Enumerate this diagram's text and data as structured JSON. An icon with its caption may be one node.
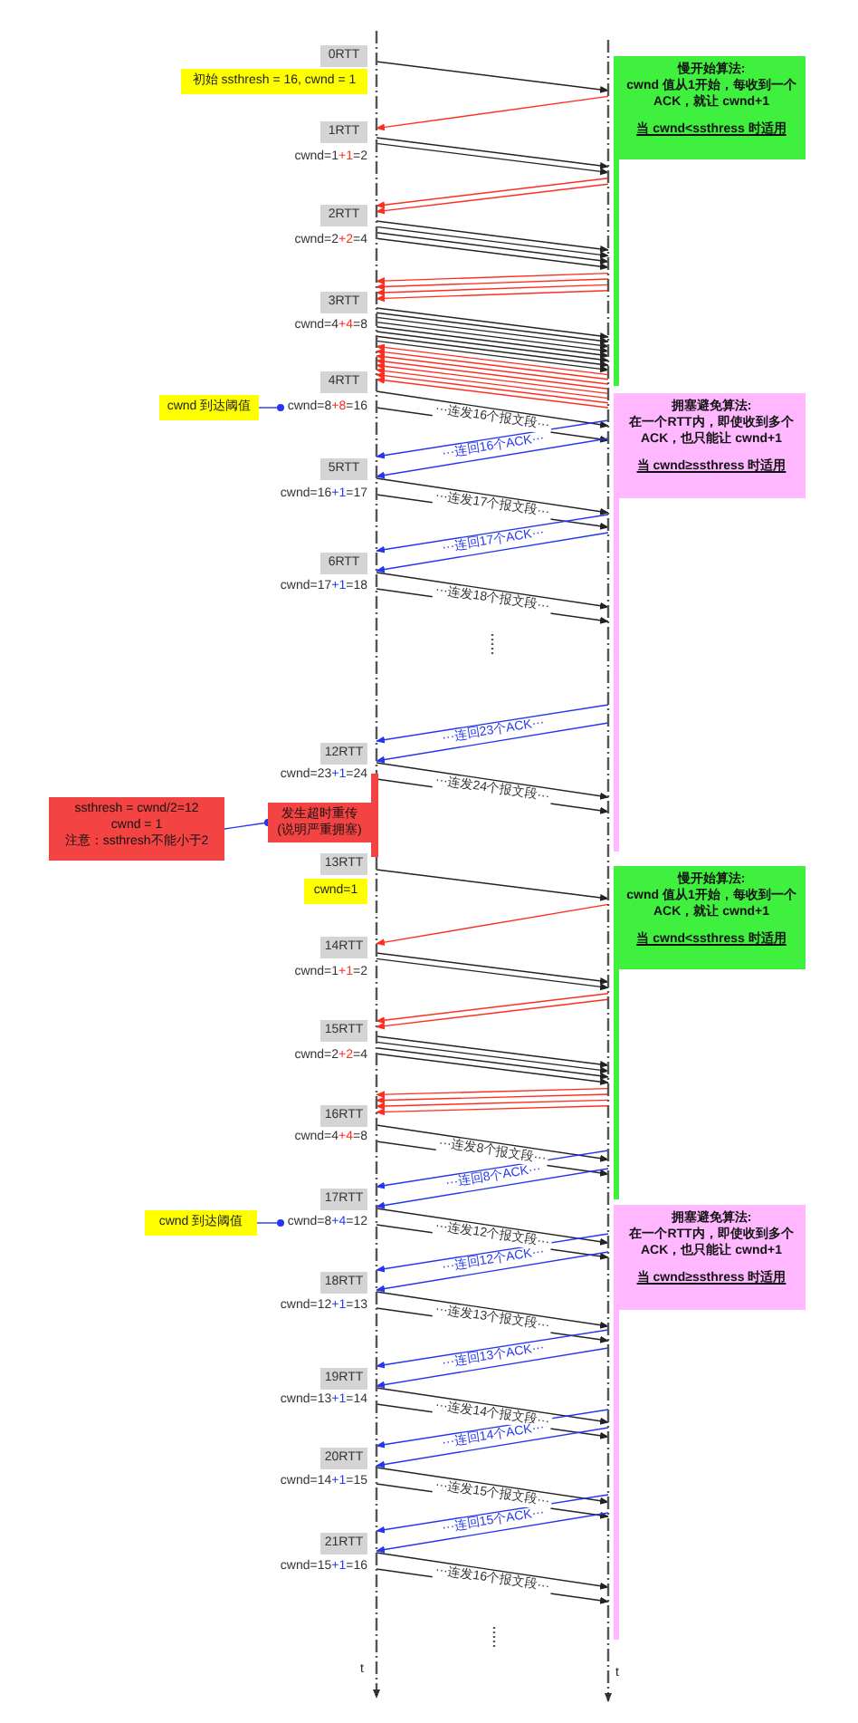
{
  "diagram": {
    "nodes": [
      {
        "text": [
          "t"
        ]
      },
      {
        "text": [
          "t"
        ]
      },
      {
        "text": [
          "0RTT"
        ]
      },
      {
        "text": [
          "初始 ssthresh = 16, cwnd = 1"
        ]
      },
      {
        "text": [
          "慢开始算法:",
          "cwnd 值从1开始，每收到一个ACK，就让 cwnd+1",
          "当 cwnd<ssthress 时适用"
        ]
      },
      {
        "text": [
          "1RTT"
        ]
      },
      {
        "text": [
          "2RTT"
        ]
      },
      {
        "text": [
          "3RTT"
        ]
      },
      {
        "text": [
          "4RTT"
        ]
      },
      {
        "text": [
          "cwnd 到达阈值"
        ]
      },
      {
        "text": [
          "cwnd=8+8=16"
        ]
      },
      {
        "text": [
          "拥塞避免算法:",
          "在一个RTT内，即使收到多个ACK，也只能让 cwnd+1",
          "当 cwnd≥ssthress 时适用"
        ]
      },
      {
        "text": [
          "5RTT"
        ]
      },
      {
        "text": [
          "6RTT"
        ]
      },
      {
        "text": [
          "12RTT"
        ]
      },
      {
        "text": [
          "ssthresh = cwnd/2=12",
          "cwnd = 1",
          "注意：ssthresh不能小于2"
        ]
      },
      {
        "text": [
          "发生超时重传(说明严重拥塞)"
        ]
      },
      {
        "text": [
          "13RTT"
        ]
      },
      {
        "text": [
          "cwnd=1"
        ]
      },
      {
        "text": [
          "慢开始算法:",
          "cwnd 值从1开始，每收到一个ACK，就让 cwnd+1",
          "当 cwnd<ssthress 时适用"
        ]
      },
      {
        "text": [
          "14RTT"
        ]
      },
      {
        "text": [
          "15RTT"
        ]
      },
      {
        "text": [
          "16RTT"
        ]
      },
      {
        "text": [
          "17RTT"
        ]
      },
      {
        "text": [
          "cwnd 到达阈值"
        ]
      },
      {
        "text": [
          "cwnd=8+4=12"
        ]
      },
      {
        "text": [
          "拥塞避免算法:",
          "在一个RTT内，即使收到多个ACK，也只能让 cwnd+1",
          "当 cwnd≥ssthress 时适用"
        ]
      },
      {
        "text": [
          "18RTT"
        ]
      },
      {
        "text": [
          "19RTT"
        ]
      },
      {
        "text": [
          "20RTT"
        ]
      },
      {
        "text": [
          "21RTT"
        ]
      }
    ],
    "edges": [
      {
        "from": 0,
        "to": 1,
        "arrow": "to"
      },
      {
        "from": 1,
        "to": 0,
        "arrow": "to",
        "color": "#ff2d20"
      },
      {
        "from": 0,
        "to": 1,
        "arrow": "to"
      },
      {
        "from": 0,
        "to": 1,
        "arrow": "to"
      },
      {
        "from": 1,
        "to": 0,
        "arrow": "to",
        "color": "#ff2d20"
      },
      {
        "from": 1,
        "to": 0,
        "arrow": "to",
        "color": "#ff2d20"
      },
      {
        "from": 0,
        "to": 1,
        "arrow": "to"
      },
      {
        "from": 0,
        "to": 1,
        "arrow": "to"
      },
      {
        "from": 0,
        "to": 1,
        "arrow": "to"
      },
      {
        "from": 0,
        "to": 1,
        "arrow": "to"
      },
      {
        "from": 1,
        "to": 0,
        "arrow": "to",
        "color": "#ff2d20"
      },
      {
        "from": 1,
        "to": 0,
        "arrow": "to",
        "color": "#ff2d20"
      },
      {
        "from": 1,
        "to": 0,
        "arrow": "to",
        "color": "#ff2d20"
      },
      {
        "from": 1,
        "to": 0,
        "arrow": "to",
        "color": "#ff2d20"
      },
      {
        "from": 0,
        "to": 1,
        "arrow": "to"
      },
      {
        "from": 0,
        "to": 1,
        "arrow": "to"
      },
      {
        "from": 0,
        "to": 1,
        "arrow": "to"
      },
      {
        "from": 0,
        "to": 1,
        "arrow": "to"
      },
      {
        "from": 0,
        "to": 1,
        "arrow": "to"
      },
      {
        "from": 0,
        "to": 1,
        "arrow": "to"
      },
      {
        "from": 0,
        "to": 1,
        "arrow": "to"
      },
      {
        "from": 0,
        "to": 1,
        "arrow": "to"
      },
      {
        "from": 1,
        "to": 0,
        "arrow": "to",
        "color": "#ff2d20"
      },
      {
        "from": 1,
        "to": 0,
        "arrow": "to",
        "color": "#ff2d20"
      },
      {
        "from": 1,
        "to": 0,
        "arrow": "to",
        "color": "#ff2d20"
      },
      {
        "from": 1,
        "to": 0,
        "arrow": "to",
        "color": "#ff2d20"
      },
      {
        "from": 1,
        "to": 0,
        "arrow": "to",
        "color": "#ff2d20"
      },
      {
        "from": 1,
        "to": 0,
        "arrow": "to",
        "color": "#ff2d20"
      },
      {
        "from": 1,
        "to": 0,
        "arrow": "to",
        "color": "#ff2d20"
      },
      {
        "from": 1,
        "to": 0,
        "arrow": "to",
        "color": "#ff2d20"
      },
      {
        "from": 0,
        "to": 1,
        "arrow": "to",
        "label": "···连发16个报文段···"
      },
      {
        "from": 0,
        "to": 1,
        "arrow": "to"
      },
      {
        "from": 1,
        "to": 0,
        "arrow": "to",
        "color": "#2436f0",
        "label": "···连回16个ACK···"
      },
      {
        "from": 1,
        "to": 0,
        "arrow": "to",
        "color": "#2436f0"
      },
      {
        "from": 0,
        "to": 1,
        "arrow": "to",
        "label": "···连发17个报文段···"
      },
      {
        "from": 0,
        "to": 1,
        "arrow": "to"
      },
      {
        "from": 1,
        "to": 0,
        "arrow": "to",
        "color": "#2436f0",
        "label": "···连回17个ACK···"
      },
      {
        "from": 1,
        "to": 0,
        "arrow": "to",
        "color": "#2436f0"
      },
      {
        "from": 0,
        "to": 1,
        "arrow": "to",
        "label": "···连发18个报文段···"
      },
      {
        "from": 0,
        "to": 1,
        "arrow": "to"
      },
      {
        "from": 1,
        "to": 0,
        "arrow": "to",
        "color": "#2436f0",
        "label": "···连回23个ACK···"
      },
      {
        "from": 1,
        "to": 0,
        "arrow": "to",
        "color": "#2436f0"
      },
      {
        "from": 0,
        "to": 1,
        "arrow": "to",
        "label": "···连发24个报文段···"
      },
      {
        "from": 0,
        "to": 1,
        "arrow": "to"
      },
      {
        "from": 0,
        "to": 1,
        "arrow": "to"
      },
      {
        "from": 1,
        "to": 0,
        "arrow": "to",
        "color": "#ff2d20"
      },
      {
        "from": 0,
        "to": 1,
        "arrow": "to"
      },
      {
        "from": 0,
        "to": 1,
        "arrow": "to"
      },
      {
        "from": 1,
        "to": 0,
        "arrow": "to",
        "color": "#ff2d20"
      },
      {
        "from": 1,
        "to": 0,
        "arrow": "to",
        "color": "#ff2d20"
      },
      {
        "from": 0,
        "to": 1,
        "arrow": "to"
      },
      {
        "from": 0,
        "to": 1,
        "arrow": "to"
      },
      {
        "from": 0,
        "to": 1,
        "arrow": "to"
      },
      {
        "from": 0,
        "to": 1,
        "arrow": "to"
      },
      {
        "from": 1,
        "to": 0,
        "arrow": "to",
        "color": "#ff2d20"
      },
      {
        "from": 1,
        "to": 0,
        "arrow": "to",
        "color": "#ff2d20"
      },
      {
        "from": 1,
        "to": 0,
        "arrow": "to",
        "color": "#ff2d20"
      },
      {
        "from": 1,
        "to": 0,
        "arrow": "to",
        "color": "#ff2d20"
      },
      {
        "from": 0,
        "to": 1,
        "arrow": "to",
        "label": "···连发8个报文段···"
      },
      {
        "from": 0,
        "to": 1,
        "arrow": "to"
      },
      {
        "from": 1,
        "to": 0,
        "arrow": "to",
        "color": "#2436f0",
        "label": "···连回8个ACK···"
      },
      {
        "from": 1,
        "to": 0,
        "arrow": "to",
        "color": "#2436f0"
      },
      {
        "from": 0,
        "to": 1,
        "arrow": "to",
        "label": "···连发12个报文段···"
      },
      {
        "from": 0,
        "to": 1,
        "arrow": "to"
      },
      {
        "from": 1,
        "to": 0,
        "arrow": "to",
        "color": "#2436f0",
        "label": "···连回12个ACK···"
      },
      {
        "from": 1,
        "to": 0,
        "arrow": "to",
        "color": "#2436f0"
      },
      {
        "from": 0,
        "to": 1,
        "arrow": "to",
        "label": "···连发13个报文段···"
      },
      {
        "from": 0,
        "to": 1,
        "arrow": "to"
      },
      {
        "from": 1,
        "to": 0,
        "arrow": "to",
        "color": "#2436f0",
        "label": "···连回13个ACK···"
      },
      {
        "from": 1,
        "to": 0,
        "arrow": "to",
        "color": "#2436f0"
      },
      {
        "from": 0,
        "to": 1,
        "arrow": "to",
        "label": "···连发14个报文段···"
      },
      {
        "from": 0,
        "to": 1,
        "arrow": "to"
      },
      {
        "from": 1,
        "to": 0,
        "arrow": "to",
        "color": "#2436f0",
        "label": "···连回14个ACK···"
      },
      {
        "from": 1,
        "to": 0,
        "arrow": "to",
        "color": "#2436f0"
      },
      {
        "from": 0,
        "to": 1,
        "arrow": "to",
        "label": "···连发15个报文段···"
      },
      {
        "from": 0,
        "to": 1,
        "arrow": "to"
      },
      {
        "from": 1,
        "to": 0,
        "arrow": "to",
        "color": "#2436f0",
        "label": "···连回15个ACK···"
      },
      {
        "from": 1,
        "to": 0,
        "arrow": "to",
        "color": "#2436f0"
      },
      {
        "from": 0,
        "to": 1,
        "arrow": "to",
        "label": "···连发16个报文段···"
      },
      {
        "from": 0,
        "to": 1,
        "arrow": "to"
      },
      {
        "from": 9,
        "to": 10,
        "arrow": "other",
        "color": "#2436f0"
      },
      {
        "from": 15,
        "to": 16,
        "arrow": "other",
        "color": "#2436f0"
      },
      {
        "from": 24,
        "to": 25,
        "arrow": "other",
        "color": "#2436f0"
      }
    ],
    "labels": [
      "cwnd=1+1=2",
      "cwnd=2+2=4",
      "cwnd=4+4=8",
      "cwnd=16+1=17",
      "cwnd=17+1=18",
      "cwnd=23+1=24",
      "cwnd=1+1=2",
      "cwnd=2+2=4",
      "cwnd=4+4=8",
      "cwnd=12+1=13",
      "cwnd=13+1=14",
      "cwnd=14+1=15",
      "cwnd=15+1=16"
    ]
  }
}
